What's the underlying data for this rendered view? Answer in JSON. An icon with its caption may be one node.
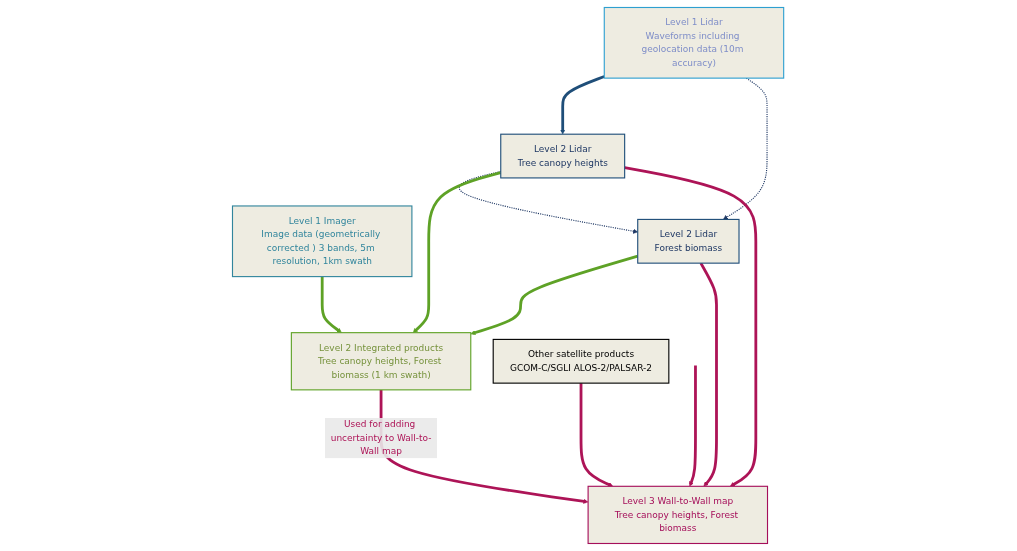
{
  "diagram": {
    "nodes": [
      {
        "text": [
          "Level 1 Lidar",
          "Waveforms including geolocation data (10m accuracy)"
        ]
      },
      {
        "text": [
          "Level 1 Imager",
          "Image data (geometrically corrected ) 3 bands, 5m resolution, 1km swath"
        ]
      },
      {
        "text": [
          "Level 2 Lidar",
          "Tree canopy heights"
        ]
      },
      {
        "text": [
          "Level 2 Lidar",
          "Forest biomass"
        ]
      },
      {
        "text": [
          "Level 2 Integrated products",
          "Tree canopy heights, Forest biomass (1 km swath)"
        ]
      },
      {
        "text": [
          "Other satellite products",
          "GCOM-C/SGLI ALOS-2/PALSAR-2"
        ]
      },
      {
        "text": [
          "Level 3 Wall-to-Wall map",
          "Tree canopy heights, Forest biomass"
        ]
      }
    ],
    "edges": [
      {
        "from": 0,
        "to": 2,
        "arrow": "to",
        "color": "#1f4e79"
      },
      {
        "from": 0,
        "to": 3,
        "arrow": "to",
        "style": "dashed",
        "color": "#1f3864"
      },
      {
        "from": 2,
        "to": 3,
        "arrow": "to",
        "style": "dashed",
        "color": "#1f3864"
      },
      {
        "from": 1,
        "to": 4,
        "arrow": "to",
        "color": "#5ea226"
      },
      {
        "from": 2,
        "to": 4,
        "arrow": "to",
        "color": "#5ea226"
      },
      {
        "from": 3,
        "to": 4,
        "arrow": "to",
        "color": "#5ea226"
      },
      {
        "from": 2,
        "to": 6,
        "arrow": "to"
      },
      {
        "from": 3,
        "to": 6,
        "arrow": "to"
      },
      {
        "from": 4,
        "to": 6,
        "arrow": "to",
        "label": "Used for adding uncertainty to Wall-to-Wall map"
      },
      {
        "from": null,
        "to": 6,
        "arrow": "to"
      },
      {
        "from": 5,
        "to": 6,
        "arrow": "to"
      }
    ]
  }
}
